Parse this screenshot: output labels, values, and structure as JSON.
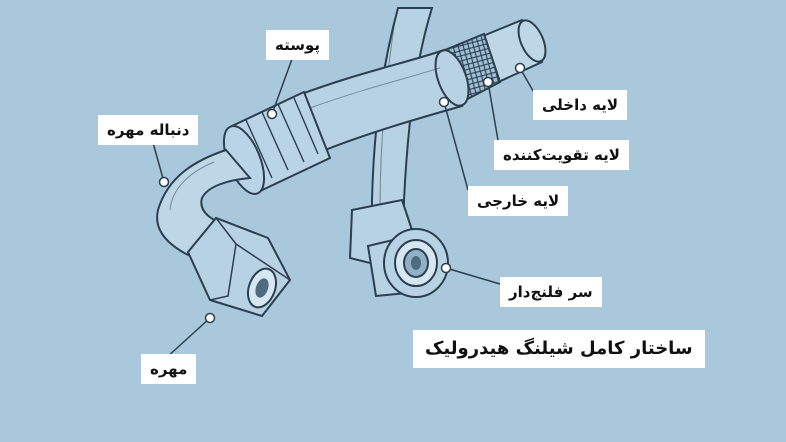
{
  "diagram": {
    "title": "ساختار کامل شیلنگ هیدرولیک",
    "labels": {
      "shell": "پوسته",
      "nut_tail": "دنباله مهره",
      "nut": "مهره",
      "inner_layer": "لایه داخلی",
      "reinforcement_layer": "لایه تقویت‌کننده",
      "outer_layer": "لایه خارجی",
      "flanged_head": "سر فلنج‌دار"
    },
    "colors": {
      "background": "#a9c8dc",
      "hose": "#b7d2e2",
      "hose_outline": "#2b3f4f",
      "label_bg": "#ffffff"
    }
  }
}
